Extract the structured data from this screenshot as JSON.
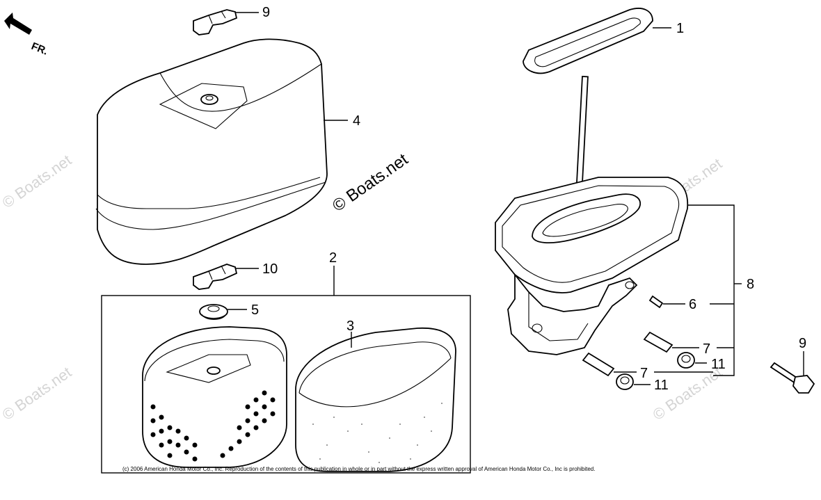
{
  "direction_indicator": {
    "label": "FR.",
    "icon": "arrow-icon"
  },
  "callouts": [
    {
      "part": "gasket",
      "number": "1"
    },
    {
      "part": "air-cleaner-element-assembly",
      "number": "2"
    },
    {
      "part": "foam-pre-filter",
      "number": "3"
    },
    {
      "part": "air-cleaner-cover",
      "number": "4"
    },
    {
      "part": "grommet",
      "number": "5"
    },
    {
      "part": "breather-pipe-6",
      "number": "6"
    },
    {
      "part": "breather-pipe-7-upper",
      "number": "7"
    },
    {
      "part": "breather-pipe-7-lower",
      "number": "7"
    },
    {
      "part": "air-cleaner-case",
      "number": "8"
    },
    {
      "part": "flange-bolt",
      "number": "9"
    },
    {
      "part": "wing-nut-upper",
      "number": "10"
    },
    {
      "part": "wing-nut-lower",
      "number": "10"
    },
    {
      "part": "flange-nut-upper",
      "number": "11"
    },
    {
      "part": "flange-nut-lower",
      "number": "11"
    }
  ],
  "watermark": "© Boats.net",
  "copyright": "(c) 2006 American Honda Motor Co., Inc. Reproduction of the contents of this publication in whole or in part without the express written approval of American Honda Motor Co., Inc is prohibited."
}
